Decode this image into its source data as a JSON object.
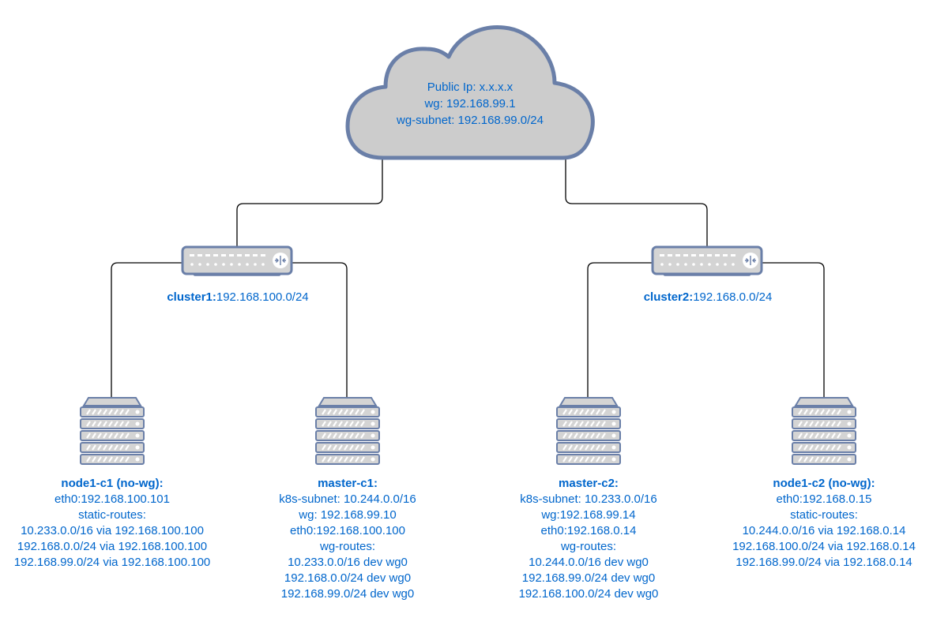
{
  "cloud": {
    "icon": "cloud-icon",
    "lines": [
      "Public Ip: x.x.x.x",
      "wg: 192.168.99.1",
      "wg-subnet: 192.168.99.0/24"
    ]
  },
  "clusters": [
    {
      "icon": "router-icon",
      "name": "cluster1:",
      "subnet": "192.168.100.0/24"
    },
    {
      "icon": "router-icon",
      "name": "cluster2:",
      "subnet": "192.168.0.0/24"
    }
  ],
  "nodes": [
    {
      "icon": "server-icon",
      "title": "node1-c1 (no-wg):",
      "lines": [
        "eth0:192.168.100.101",
        "static-routes:",
        "10.233.0.0/16 via 192.168.100.100",
        "192.168.0.0/24 via 192.168.100.100",
        "192.168.99.0/24 via 192.168.100.100"
      ]
    },
    {
      "icon": "server-icon",
      "title": "master-c1:",
      "lines": [
        "k8s-subnet: 10.244.0.0/16",
        "wg: 192.168.99.10",
        "eth0:192.168.100.100",
        "wg-routes:",
        "10.233.0.0/16 dev wg0",
        "192.168.0.0/24 dev wg0",
        "192.168.99.0/24 dev wg0"
      ]
    },
    {
      "icon": "server-icon",
      "title": "master-c2:",
      "lines": [
        "k8s-subnet: 10.233.0.0/16",
        "wg:192.168.99.14",
        "eth0:192.168.0.14",
        "wg-routes:",
        "10.244.0.0/16 dev wg0",
        "192.168.99.0/24 dev wg0",
        "192.168.100.0/24 dev wg0"
      ]
    },
    {
      "icon": "server-icon",
      "title": "node1-c2 (no-wg):",
      "lines": [
        "eth0:192.168.0.15",
        "static-routes:",
        "10.244.0.0/16 via 192.168.0.14",
        "192.168.100.0/24 via 192.168.0.14",
        "192.168.99.0/24 via 192.168.0.14"
      ]
    }
  ],
  "colors": {
    "label": "#0066cc",
    "device_fill": "#d4d4d4",
    "device_stroke": "#6a7fa8",
    "cloud_fill": "#cccccc",
    "cloud_stroke": "#6a7fa8",
    "link": "#000000"
  }
}
